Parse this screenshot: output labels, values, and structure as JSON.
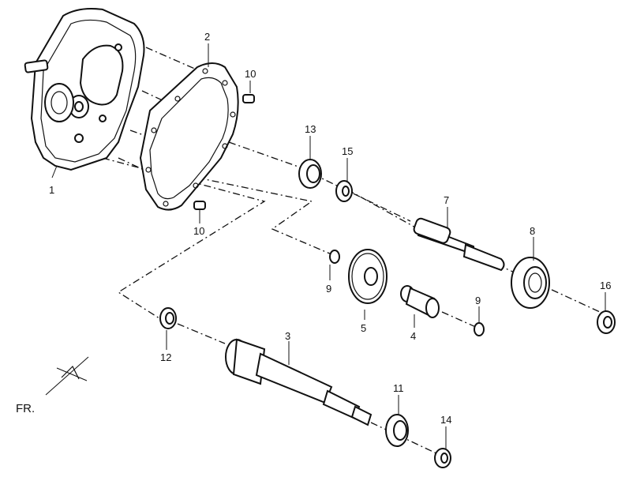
{
  "orientation_label": "FR.",
  "callouts": [
    {
      "id": "p1",
      "text": "1"
    },
    {
      "id": "p2",
      "text": "2"
    },
    {
      "id": "p3",
      "text": "3"
    },
    {
      "id": "p4",
      "text": "4"
    },
    {
      "id": "p5",
      "text": "5"
    },
    {
      "id": "p7",
      "text": "7"
    },
    {
      "id": "p8",
      "text": "8"
    },
    {
      "id": "p9a",
      "text": "9"
    },
    {
      "id": "p9b",
      "text": "9"
    },
    {
      "id": "p10a",
      "text": "10"
    },
    {
      "id": "p10b",
      "text": "10"
    },
    {
      "id": "p11",
      "text": "11"
    },
    {
      "id": "p12",
      "text": "12"
    },
    {
      "id": "p13",
      "text": "13"
    },
    {
      "id": "p14",
      "text": "14"
    },
    {
      "id": "p15",
      "text": "15"
    },
    {
      "id": "p16",
      "text": "16"
    }
  ]
}
